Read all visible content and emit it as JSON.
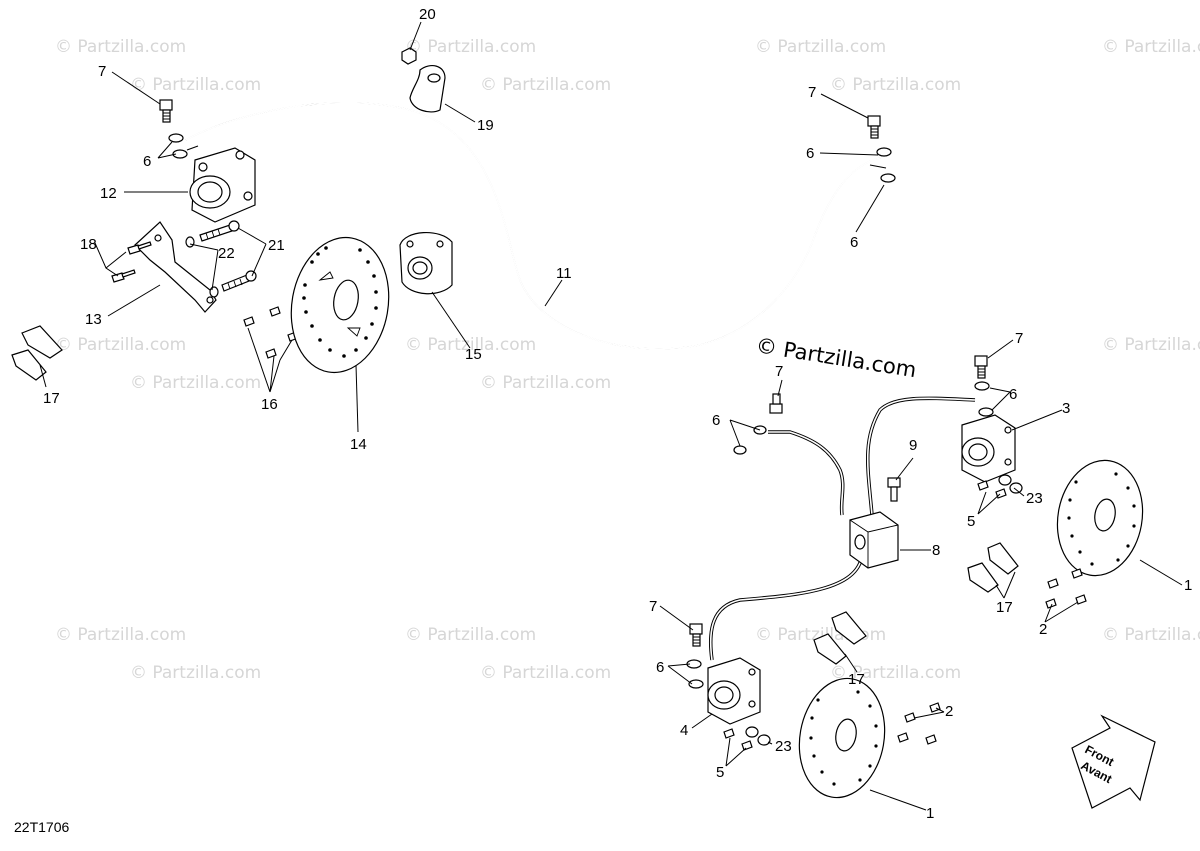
{
  "diagram": {
    "code": "22T1706",
    "watermark": "© Partzilla.com",
    "front_label": [
      "Front",
      "Avant"
    ],
    "labels": [
      {
        "id": "l20",
        "text": "20"
      },
      {
        "id": "l7a",
        "text": "7"
      },
      {
        "id": "l19",
        "text": "19"
      },
      {
        "id": "l6a",
        "text": "6"
      },
      {
        "id": "l12",
        "text": "12"
      },
      {
        "id": "l18",
        "text": "18"
      },
      {
        "id": "l22",
        "text": "22"
      },
      {
        "id": "l21",
        "text": "21"
      },
      {
        "id": "l13",
        "text": "13"
      },
      {
        "id": "l17a",
        "text": "17"
      },
      {
        "id": "l16",
        "text": "16"
      },
      {
        "id": "l15",
        "text": "15"
      },
      {
        "id": "l14",
        "text": "14"
      },
      {
        "id": "l11",
        "text": "11"
      },
      {
        "id": "l7b",
        "text": "7"
      },
      {
        "id": "l6b",
        "text": "6"
      },
      {
        "id": "l6c",
        "text": "6"
      },
      {
        "id": "l7c",
        "text": "7"
      },
      {
        "id": "l6d",
        "text": "6"
      },
      {
        "id": "l7d",
        "text": "7"
      },
      {
        "id": "l3",
        "text": "3"
      },
      {
        "id": "l6e",
        "text": "6"
      },
      {
        "id": "l9",
        "text": "9"
      },
      {
        "id": "l23a",
        "text": "23"
      },
      {
        "id": "l5a",
        "text": "5"
      },
      {
        "id": "l8",
        "text": "8"
      },
      {
        "id": "l1a",
        "text": "1"
      },
      {
        "id": "l17b",
        "text": "17"
      },
      {
        "id": "l2a",
        "text": "2"
      },
      {
        "id": "l7e",
        "text": "7"
      },
      {
        "id": "l17c",
        "text": "17"
      },
      {
        "id": "l6f",
        "text": "6"
      },
      {
        "id": "l2b",
        "text": "2"
      },
      {
        "id": "l4",
        "text": "4"
      },
      {
        "id": "l23b",
        "text": "23"
      },
      {
        "id": "l5b",
        "text": "5"
      },
      {
        "id": "l1b",
        "text": "1"
      }
    ]
  }
}
